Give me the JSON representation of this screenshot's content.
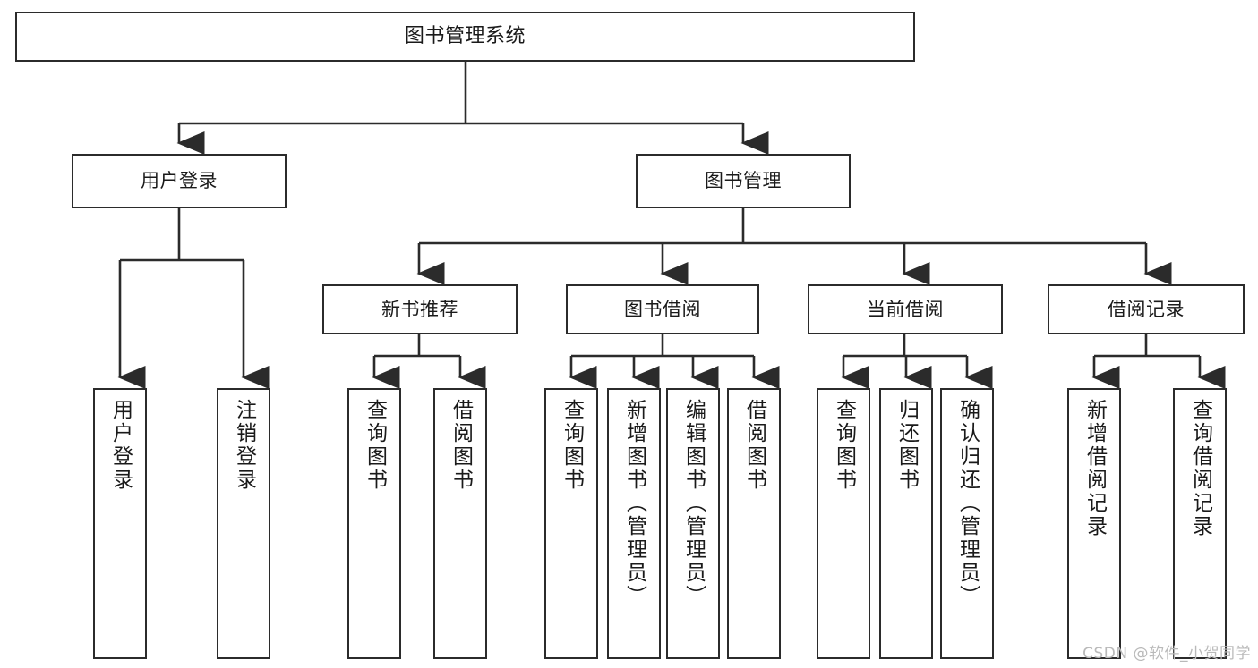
{
  "diagram": {
    "title": "图书管理系统",
    "type": "tree-hierarchy-chart",
    "colors": {
      "box_border": "#2b2b2b",
      "box_fill": "#ffffff",
      "edge": "#2b2b2b",
      "text": "#1a1a1a",
      "watermark": "#b9b9b9",
      "background": "#ffffff"
    },
    "watermark": "CSDN @软件_小贺同学"
  },
  "nodes": {
    "root": {
      "label": "图书管理系统"
    },
    "level2": [
      {
        "id": "user-login",
        "label": "用户登录"
      },
      {
        "id": "book-manage",
        "label": "图书管理"
      }
    ],
    "level3": [
      {
        "id": "new-book-recommend",
        "label": "新书推荐"
      },
      {
        "id": "book-borrow",
        "label": "图书借阅"
      },
      {
        "id": "current-borrow",
        "label": "当前借阅"
      },
      {
        "id": "borrow-record",
        "label": "借阅记录"
      }
    ],
    "leaves": {
      "user_login": [
        {
          "id": "leaf-user-login",
          "label": "用户登录"
        },
        {
          "id": "leaf-user-logout",
          "label": "注销登录"
        }
      ],
      "new_book_recommend": [
        {
          "id": "leaf-query-book-1",
          "label": "查询图书"
        },
        {
          "id": "leaf-borrow-book-1",
          "label": "借阅图书"
        }
      ],
      "book_borrow": [
        {
          "id": "leaf-query-book-2",
          "label": "查询图书"
        },
        {
          "id": "leaf-add-book",
          "label": "新增图书（管理员）"
        },
        {
          "id": "leaf-edit-book",
          "label": "编辑图书（管理员）"
        },
        {
          "id": "leaf-borrow-book-2",
          "label": "借阅图书"
        }
      ],
      "current_borrow": [
        {
          "id": "leaf-query-book-3",
          "label": "查询图书"
        },
        {
          "id": "leaf-return-book",
          "label": "归还图书"
        },
        {
          "id": "leaf-confirm-return",
          "label": "确认归还（管理员）"
        }
      ],
      "borrow_record": [
        {
          "id": "leaf-add-borrow-record",
          "label": "新增借阅记录"
        },
        {
          "id": "leaf-query-borrow-record",
          "label": "查询借阅记录"
        }
      ]
    }
  }
}
